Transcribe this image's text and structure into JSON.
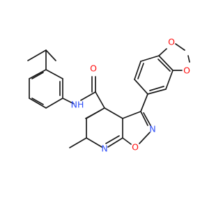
{
  "atoms": {
    "o1": {
      "text": "O",
      "color": "#ff0d0d"
    },
    "o2": {
      "text": "O",
      "color": "#ff0d0d"
    },
    "o3": {
      "text": "O",
      "color": "#ff0d0d"
    },
    "o4": {
      "text": "O",
      "color": "#ff0d0d"
    },
    "n1": {
      "text": "N",
      "color": "#3050f8"
    },
    "n2": {
      "text": "N",
      "color": "#3050f8"
    },
    "nh": {
      "text": "NH",
      "color": "#3050f8"
    }
  },
  "colors": {
    "bond": "#1a1a1a",
    "background": "#ffffff"
  }
}
